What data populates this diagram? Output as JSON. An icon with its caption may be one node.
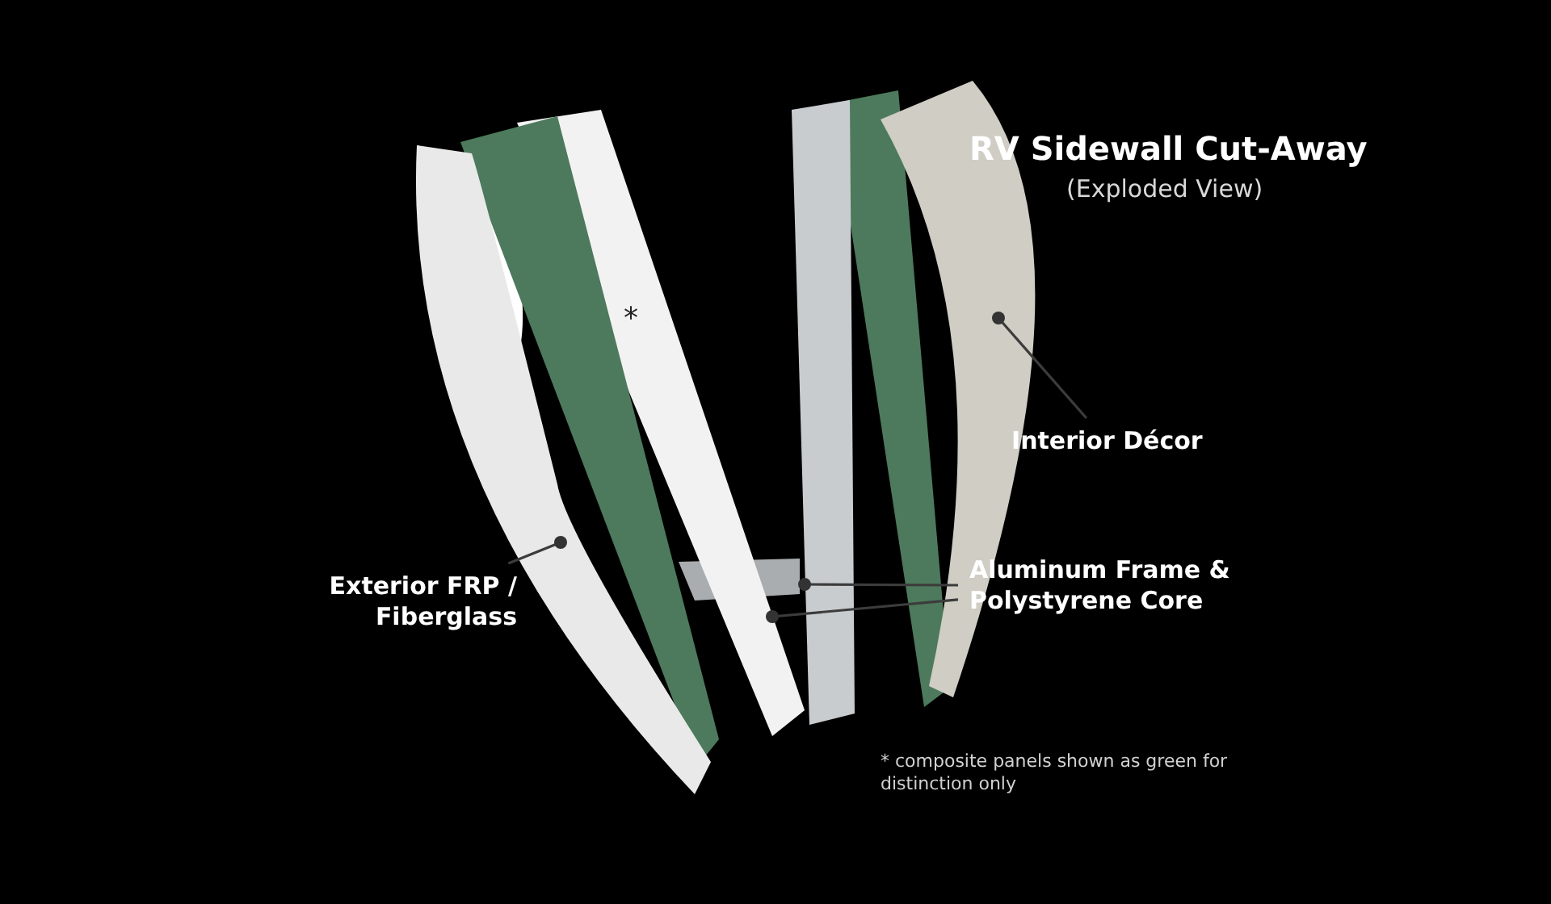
{
  "diagram": {
    "title": "RV Sidewall Cut-Away",
    "nodes": [
      {
        "text": [],
        "shape": "picture"
      },
      {
        "text": [],
        "shape": "picture"
      },
      {
        "text": [],
        "shape": "picture"
      },
      {
        "text": [],
        "shape": "picture"
      },
      {
        "text": [
          "Exterior FRP / Fiberglass"
        ]
      },
      {
        "text": [
          "Aluminum Frame & Polystyrene Core"
        ]
      },
      {
        "text": [
          "Interior Décor"
        ]
      }
    ],
    "edges": [
      {
        "from": 4,
        "to": 0,
        "arrow": "other"
      },
      {
        "from": 5,
        "to": 1,
        "arrow": "other"
      },
      {
        "from": 5,
        "to": 2,
        "arrow": "other"
      },
      {
        "from": 6,
        "to": 3,
        "arrow": "other"
      }
    ],
    "labels": [
      "(Exploded View)",
      "*",
      "* composite panels shown as green for distinction only"
    ]
  }
}
